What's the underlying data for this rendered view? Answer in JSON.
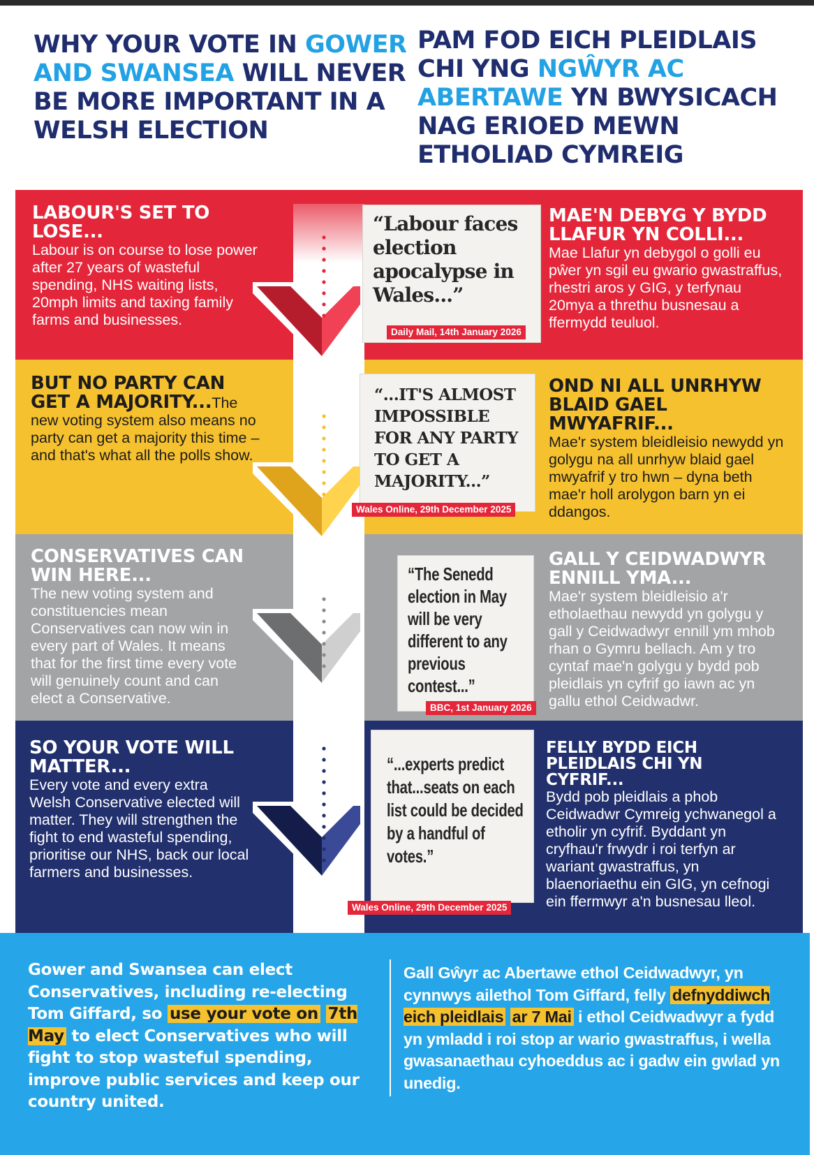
{
  "heading": {
    "en_part1": "WHY YOUR VOTE IN ",
    "en_highlight": "GOWER AND SWANSEA",
    "en_part2": " WILL NEVER BE MORE IMPORTANT IN A WELSH ELECTION",
    "cy_part1": "PAM FOD EICH PLEIDLAIS CHI YNG ",
    "cy_highlight": "NGŴYR AC ABERTAWE",
    "cy_part2": " YN BWYSICACH NAG ERIOED MEWN ETHOLIAD CYMREIG"
  },
  "sections": [
    {
      "en_title": "LABOUR'S SET TO LOSE...",
      "en_body": "Labour is on course to lose power after 27 years of wasteful spending, NHS waiting lists, 20mph limits and taxing family farms and businesses.",
      "cy_title": "MAE'N DEBYG Y BYDD LLAFUR YN COLLI...",
      "cy_body": "Mae Llafur yn debygol o golli eu pŵer yn sgil eu gwario gwastraffus, rhestri aros y GIG, y terfynau 20mya a threthu busnesau a ffermydd teuluol.",
      "quote": "“Labour faces election apocalypse in Wales...”",
      "source": "Daily Mail, 14th January 2026",
      "color": "#e4263a"
    },
    {
      "en_title": "BUT NO PARTY CAN GET A MAJORITY...",
      "en_body": "The new voting system also means no party can get a majority this time – and that's what all the polls show.",
      "cy_title": "OND NI ALL UNRHYW BLAID GAEL MWYAFRIF...",
      "cy_body": "Mae'r system bleidleisio newydd yn golygu na all unrhyw blaid gael mwyafrif y tro hwn – dyna beth mae'r holl arolygon barn yn ei ddangos.",
      "quote": "“...IT'S ALMOST IMPOSSIBLE FOR ANY PARTY TO GET A MAJORITY...”",
      "source": "Wales Online, 29th December 2025",
      "color": "#f6c12e"
    },
    {
      "en_title": "CONSERVATIVES CAN WIN HERE...",
      "en_body": "The new voting system and constituencies mean Conservatives can now win in every part of Wales. It means that for the first time every vote will genuinely count and can elect a Conservative.",
      "cy_title": "GALL Y CEIDWADWYR ENNILL YMA...",
      "cy_body": "Mae'r system bleidleisio a'r etholaethau newydd yn golygu y gall y Ceidwadwyr ennill ym mhob rhan o Gymru bellach. Am y tro cyntaf mae'n golygu y bydd pob pleidlais yn cyfrif go iawn ac yn gallu ethol Ceidwadwr.",
      "quote": "“The Senedd election in May will be very different to any previous contest...”",
      "source": "BBC, 1st January 2026",
      "color": "#a3a4a5"
    },
    {
      "en_title": "SO YOUR VOTE WILL MATTER...",
      "en_body": "Every vote and every extra Welsh Conservative elected will matter. They will strengthen the fight to end wasteful spending, prioritise our NHS, back our local farmers and businesses.",
      "cy_title": "FELLY BYDD EICH PLEIDLAIS CHI YN CYFRIF...",
      "cy_body": "Bydd pob pleidlais a phob Ceidwadwr Cymreig ychwanegol a etholir yn cyfrif. Byddant yn cryfhau'r frwydr i roi terfyn ar wariant gwastraffus, yn blaenoriaethu ein GIG, yn cefnogi ein ffermwyr a'n busnesau lleol.",
      "quote": "“...experts predict that...seats on each list could be decided by a handful of votes.”",
      "source": "Wales Online, 29th December 2025",
      "color": "#22306d"
    }
  ],
  "bottom": {
    "en_before": "Gower and Swansea can elect Conservatives, including re-electing Tom Giffard, so ",
    "en_hl1": "use your vote on",
    "en_hl2": "7th May",
    "en_after": " to elect Conservatives who will fight to stop wasteful spending, improve public services and keep our country united.",
    "cy_before": "Gall Gŵyr ac Abertawe ethol Ceidwadwyr, yn cynnwys ailethol Tom Giffard, felly ",
    "cy_hl1": "defnyddiwch eich pleidlais",
    "cy_hl2": "ar 7 Mai",
    "cy_after": " i ethol Ceidwadwyr a fydd yn ymladd i roi stop ar wario gwastraffus, i wella gwasanaethau cyhoeddus ac i gadw ein gwlad yn unedig."
  },
  "colors": {
    "navy": "#1f2d6e",
    "blue": "#22a2e4",
    "red": "#e4263a",
    "yellow": "#f6c12e",
    "grey": "#a3a4a5",
    "dark_navy": "#22306d",
    "light_blue": "#26a6e8"
  }
}
